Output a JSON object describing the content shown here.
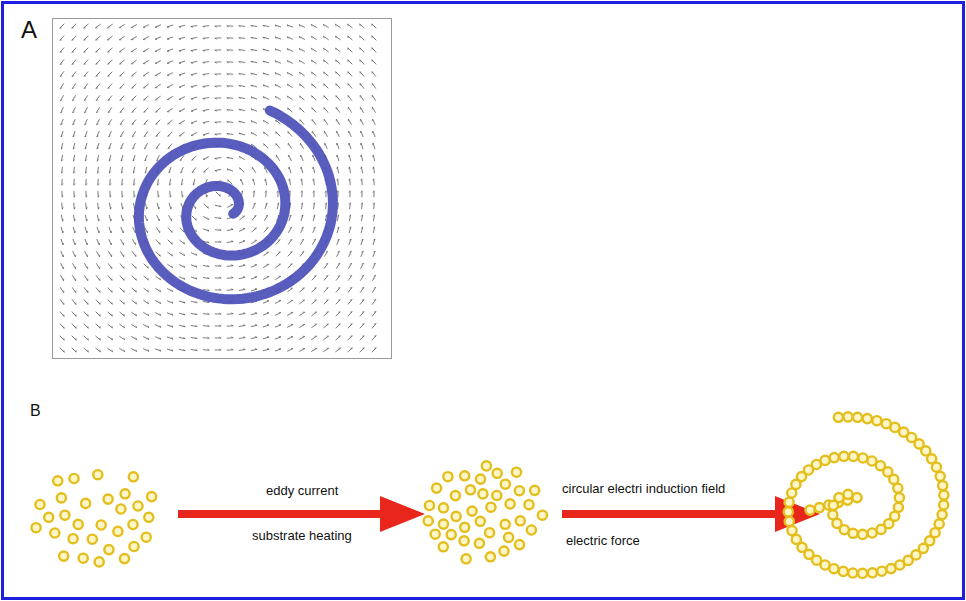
{
  "diagram": {
    "labels": [
      "A",
      "B",
      "eddy current",
      "substrate heating",
      "circular electri induction field",
      "electric force"
    ]
  }
}
